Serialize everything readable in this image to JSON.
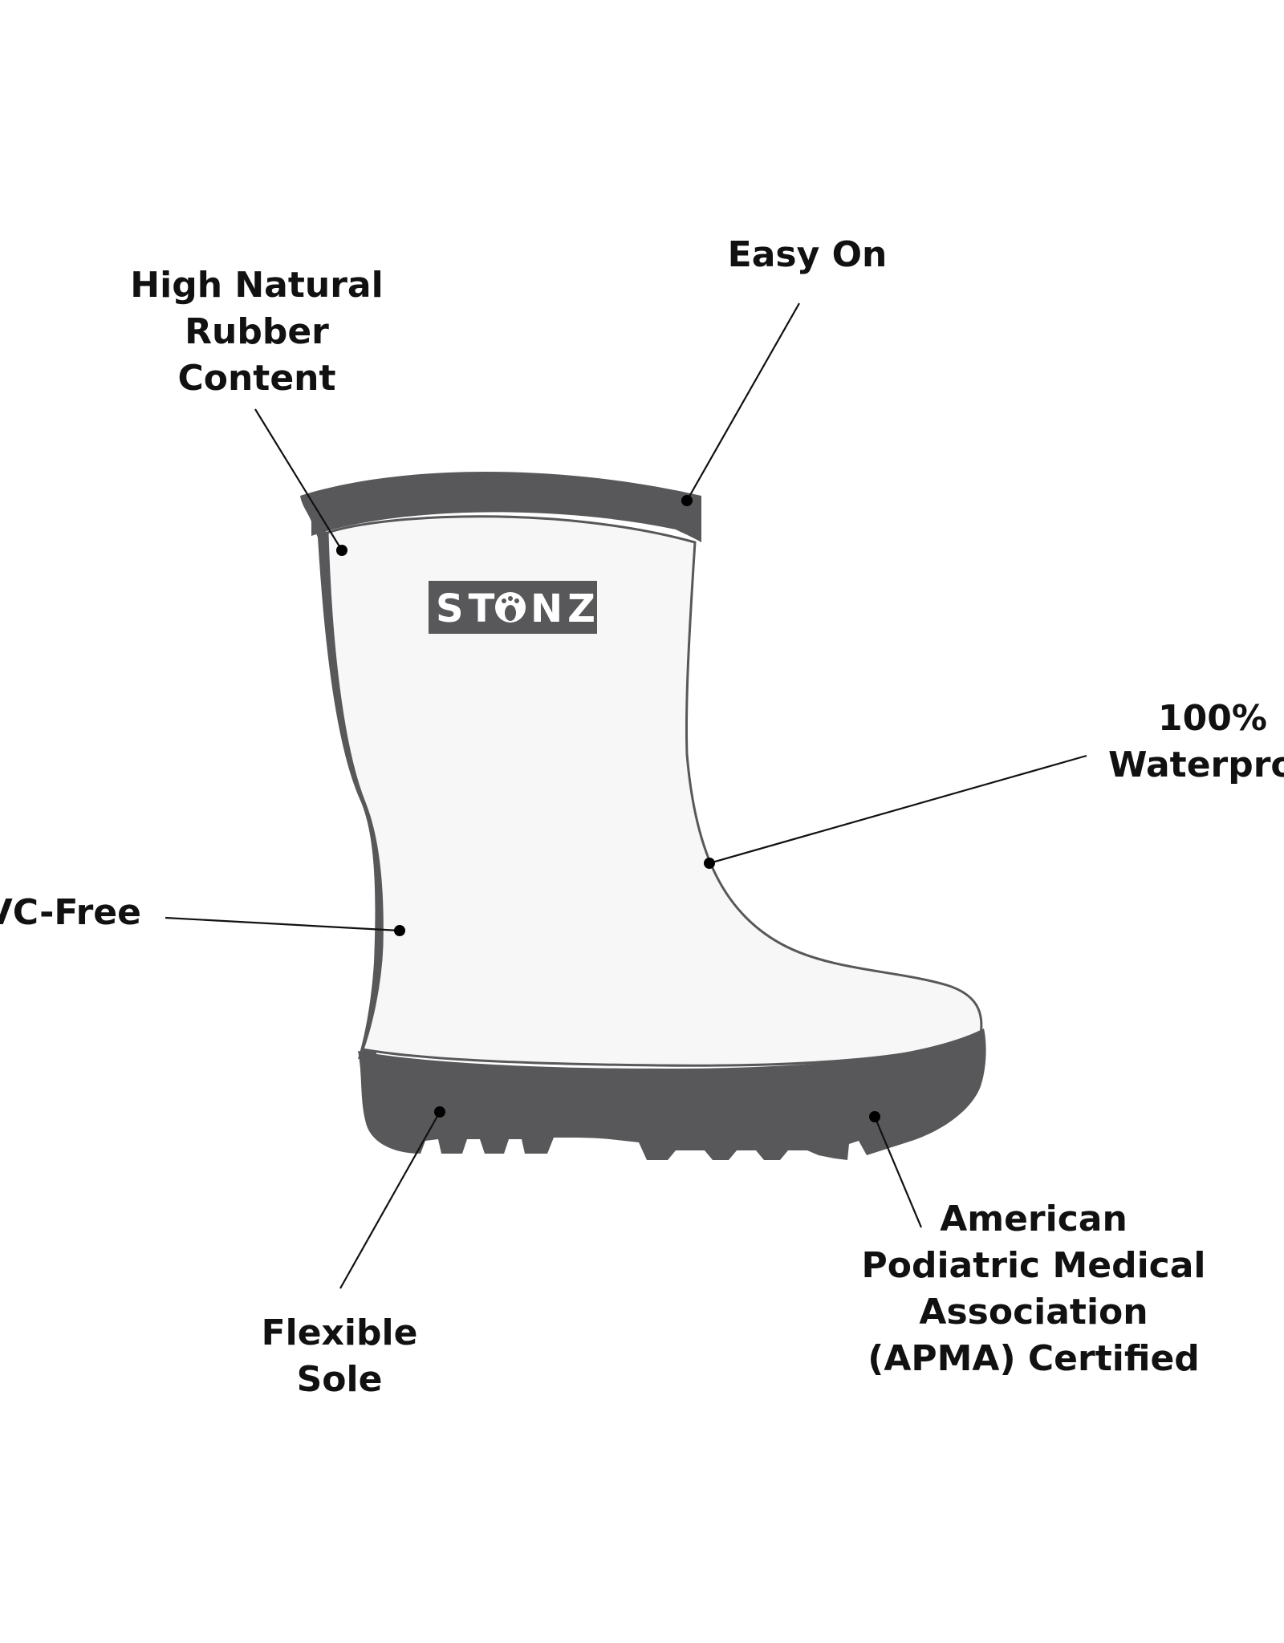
{
  "brand": {
    "logo_text_left": "ST",
    "logo_text_right": "NZ",
    "logo_icon": "footprint-icon"
  },
  "callouts": {
    "rubber": {
      "line1": "High Natural",
      "line2": "Rubber",
      "line3": "Content"
    },
    "easy_on": {
      "line1": "Easy On"
    },
    "waterproof": {
      "line1": "100%",
      "line2": "Waterproof"
    },
    "pvc_free": {
      "line1": "PVC-Free"
    },
    "flexible_sole": {
      "line1": "Flexible",
      "line2": "Sole"
    },
    "apma": {
      "line1": "American",
      "line2": "Podiatric Medical",
      "line3": "Association",
      "line4": "(APMA) Certified"
    }
  },
  "colors": {
    "boot_dark": "#58585a",
    "boot_body": "#f7f7f7",
    "text": "#111111",
    "background": "#ffffff"
  }
}
